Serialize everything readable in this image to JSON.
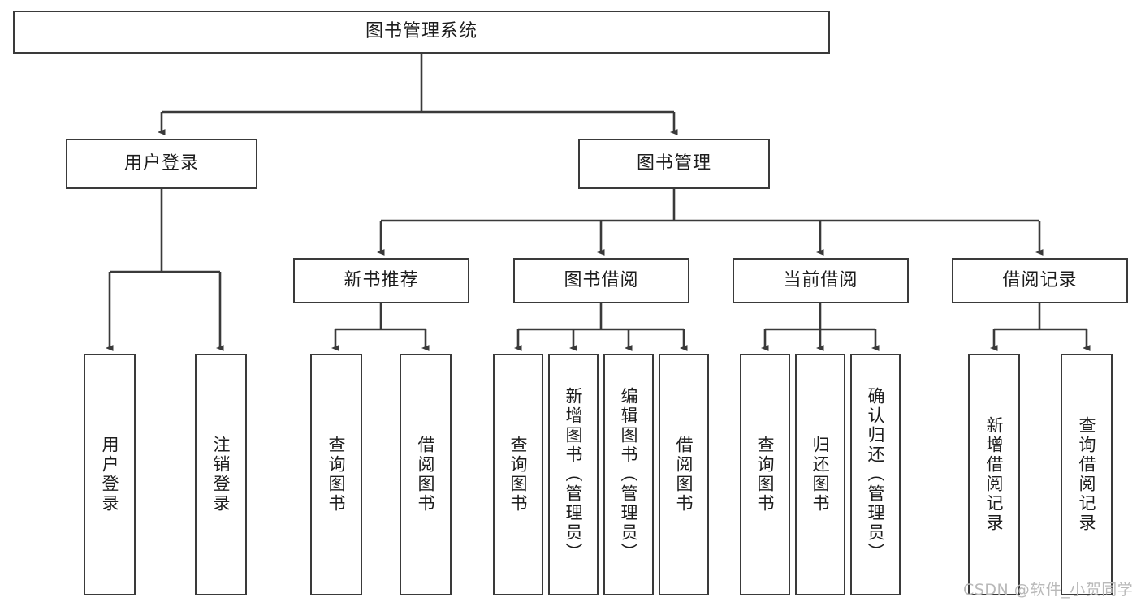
{
  "title": "图书管理系统",
  "diagram": {
    "type": "tree",
    "root": {
      "id": "root",
      "label": "图书管理系统"
    },
    "level1": [
      {
        "id": "user-login",
        "label": "用户登录"
      },
      {
        "id": "book-manage",
        "label": "图书管理"
      }
    ],
    "level2": [
      {
        "id": "new-book-rec",
        "label": "新书推荐",
        "parent": "book-manage"
      },
      {
        "id": "book-borrow",
        "label": "图书借阅",
        "parent": "book-manage"
      },
      {
        "id": "current-borrow",
        "label": "当前借阅",
        "parent": "book-manage"
      },
      {
        "id": "borrow-record",
        "label": "借阅记录",
        "parent": "book-manage"
      }
    ],
    "leaves": {
      "user-login": [
        {
          "id": "leaf-user-login",
          "label": "用户登录"
        },
        {
          "id": "leaf-user-logout",
          "label": "注销登录"
        }
      ],
      "new-book-rec": [
        {
          "id": "leaf-query-book-1",
          "label": "查询图书"
        },
        {
          "id": "leaf-borrow-book-1",
          "label": "借阅图书"
        }
      ],
      "book-borrow": [
        {
          "id": "leaf-query-book-2",
          "label": "查询图书"
        },
        {
          "id": "leaf-add-book",
          "label": "新增图书（管理员）"
        },
        {
          "id": "leaf-edit-book",
          "label": "编辑图书（管理员）"
        },
        {
          "id": "leaf-borrow-book-2",
          "label": "借阅图书"
        }
      ],
      "current-borrow": [
        {
          "id": "leaf-query-book-3",
          "label": "查询图书"
        },
        {
          "id": "leaf-return-book",
          "label": "归还图书"
        },
        {
          "id": "leaf-confirm-return",
          "label": "确认归还（管理员）"
        }
      ],
      "borrow-record": [
        {
          "id": "leaf-add-record",
          "label": "新增借阅记录"
        },
        {
          "id": "leaf-query-record",
          "label": "查询借阅记录"
        }
      ]
    }
  },
  "watermark": "CSDN @软件_小贺同学",
  "colors": {
    "stroke": "#3a3a3a",
    "fill": "#ffffff",
    "text": "#1d1d1d",
    "watermark": "#b9b9b9"
  }
}
